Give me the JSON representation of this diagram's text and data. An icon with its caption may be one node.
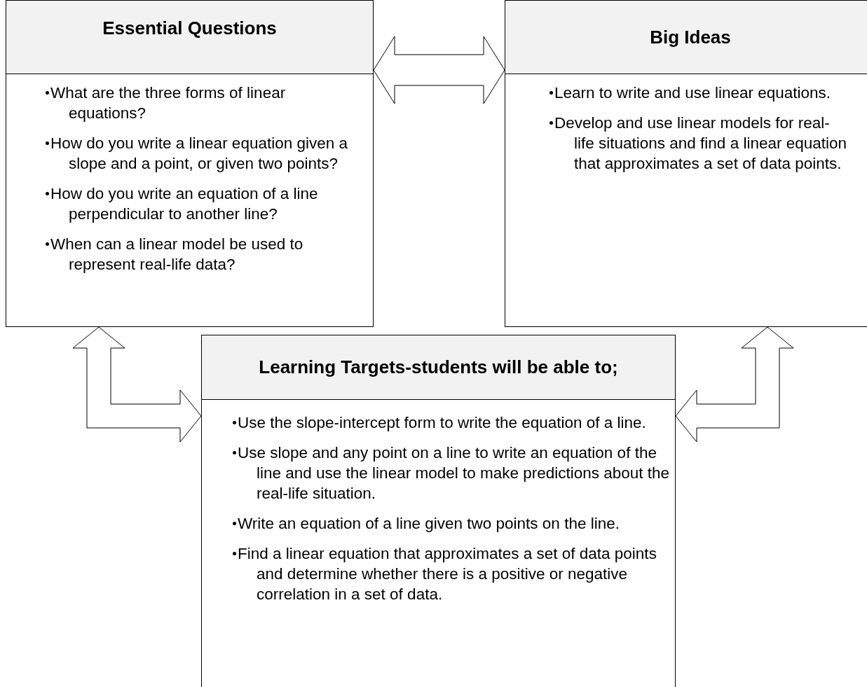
{
  "diagram": {
    "nodes": [
      {
        "text": [
          "Essential Questions",
          "What are the three forms of linear equations?",
          "How do you write a linear equation given a slope and a point, or given two points?",
          "How do you write an equation of a line perpendicular to another line?",
          "When can a linear model be used to represent real-life data?"
        ]
      },
      {
        "text": [
          "Big Ideas",
          "Learn to write and use linear equations.",
          "Develop and use linear models for real-life situations and find a linear equation that approximates a set of data points."
        ]
      },
      {
        "text": [
          "Learning Targets-students will be able to;",
          "Use the slope-intercept form to write the equation of a line.",
          "Use slope and any point on a line to write an equation of the line and use the linear model to make predictions about the real-life situation.",
          "Write an equation of a line given two points on the line.",
          "Find a linear equation that approximates a set of data points and determine whether there is a positive or negative correlation in a set of data."
        ]
      }
    ],
    "edges": [
      {
        "from": 0,
        "to": 1,
        "arrow": "both"
      },
      {
        "from": 0,
        "to": 2,
        "arrow": "both"
      },
      {
        "from": 1,
        "to": 2,
        "arrow": "both"
      }
    ]
  }
}
